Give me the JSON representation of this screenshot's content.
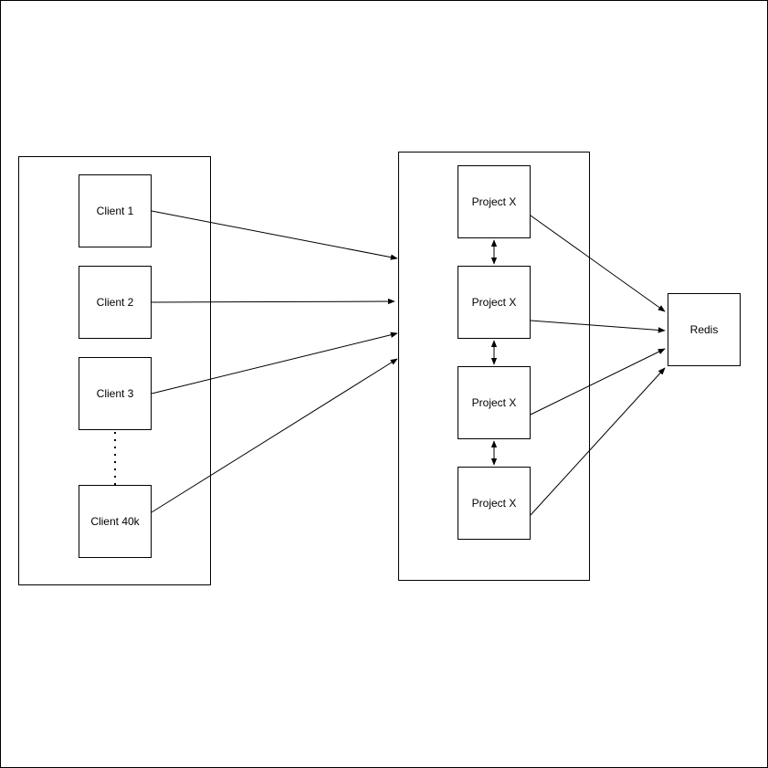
{
  "diagram": {
    "clients": [
      {
        "label": "Client 1"
      },
      {
        "label": "Client 2"
      },
      {
        "label": "Client 3"
      },
      {
        "label": "Client 40k"
      }
    ],
    "servers": [
      {
        "label": "Project X"
      },
      {
        "label": "Project X"
      },
      {
        "label": "Project X"
      },
      {
        "label": "Project X"
      }
    ],
    "store": {
      "label": "Redis"
    },
    "colors": {
      "line": "#000000",
      "background": "#ffffff"
    }
  }
}
